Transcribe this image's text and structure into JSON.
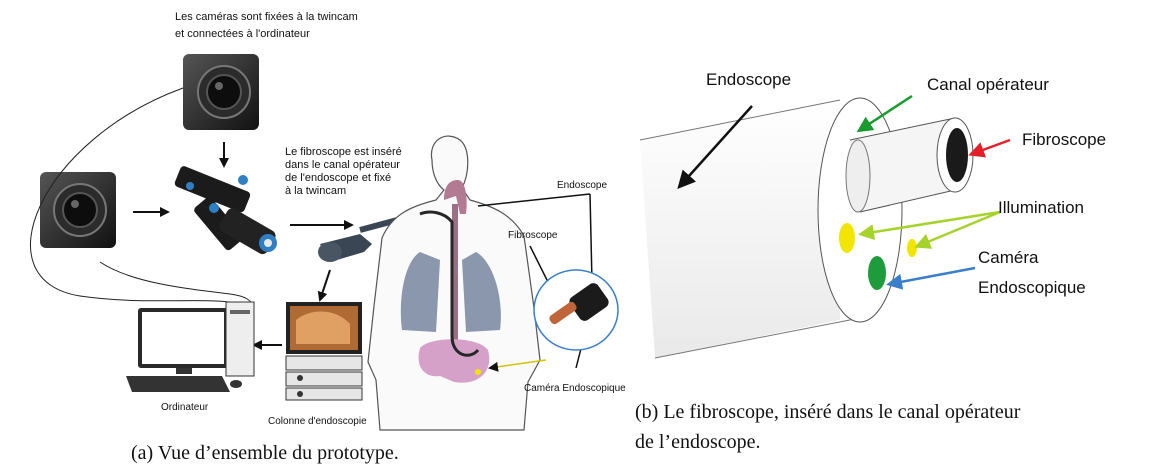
{
  "panel_a": {
    "cameras_note_line1": "Les caméras sont fixées à la twincam",
    "cameras_note_line2": "et connectées à l'ordinateur",
    "fibroscope_note_line1": "Le fibroscope est inséré",
    "fibroscope_note_line2": "dans le canal opérateur",
    "fibroscope_note_line3": "de l'endoscope et fixé",
    "fibroscope_note_line4": "à la twincam",
    "endoscope_label": "Endoscope",
    "fibroscope_label": "Fibroscope",
    "endo_camera_label": "Caméra Endoscopique",
    "computer_label": "Ordinateur",
    "column_label": "Colonne d'endoscopie",
    "caption": "(a) Vue d’ensemble du prototype."
  },
  "panel_b": {
    "endoscope_label": "Endoscope",
    "canal_label": "Canal opérateur",
    "fibroscope_label": "Fibroscope",
    "illumination_label": "Illumination",
    "camera_label_line1": "Caméra",
    "camera_label_line2": "Endoscopique",
    "caption_line1": "(b) Le fibroscope, inséré dans le canal opérateur",
    "caption_line2": "de l’endoscope."
  },
  "colors": {
    "green_arrow": "#1a9b2e",
    "red_arrow": "#e3202a",
    "yellow_green_arrow": "#a6d22c",
    "blue_arrow": "#3a7fc9",
    "illumination": "#f2e600",
    "camera_lens": "#1e9b3a"
  }
}
